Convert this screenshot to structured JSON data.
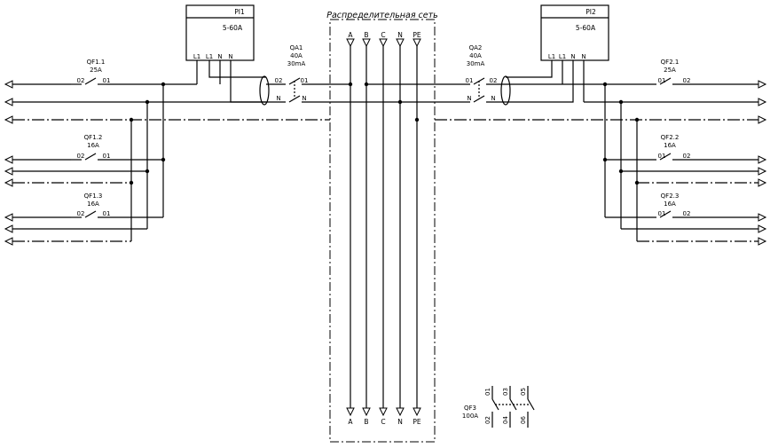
{
  "network": {
    "title": "Распределительная сеть"
  },
  "bus_top": [
    "A",
    "B",
    "C",
    "N",
    "PE"
  ],
  "bus_bottom": [
    "A",
    "B",
    "C",
    "N",
    "PE"
  ],
  "meter1": {
    "name": "PI1",
    "rating": "5-60A",
    "terminals": [
      "L1",
      "L1",
      "N",
      "N"
    ]
  },
  "meter2": {
    "name": "PI2",
    "rating": "5-60A",
    "terminals": [
      "L1",
      "L1",
      "N",
      "N"
    ]
  },
  "qa1": {
    "name": "QA1",
    "current": "40A",
    "leak": "30mA",
    "c1": "02",
    "c2": "01",
    "n1": "N",
    "n2": "N"
  },
  "qa2": {
    "name": "QA2",
    "current": "40A",
    "leak": "30mA",
    "c1": "01",
    "c2": "02",
    "n1": "N",
    "n2": "N"
  },
  "qf11": {
    "name": "QF1.1",
    "rating": "25A",
    "c1": "02",
    "c2": "01"
  },
  "qf12": {
    "name": "QF1.2",
    "rating": "16A",
    "c1": "02",
    "c2": "01"
  },
  "qf13": {
    "name": "QF1.3",
    "rating": "16A",
    "c1": "02",
    "c2": "01"
  },
  "qf21": {
    "name": "QF2.1",
    "rating": "25A",
    "c1": "01",
    "c2": "02"
  },
  "qf22": {
    "name": "QF2.2",
    "rating": "16A",
    "c1": "01",
    "c2": "02"
  },
  "qf23": {
    "name": "QF2.3",
    "rating": "16A",
    "c1": "01",
    "c2": "02"
  },
  "qf3": {
    "name": "QF3",
    "rating": "100A",
    "top": [
      "01",
      "03",
      "05"
    ],
    "bottom": [
      "02",
      "04",
      "06"
    ]
  }
}
